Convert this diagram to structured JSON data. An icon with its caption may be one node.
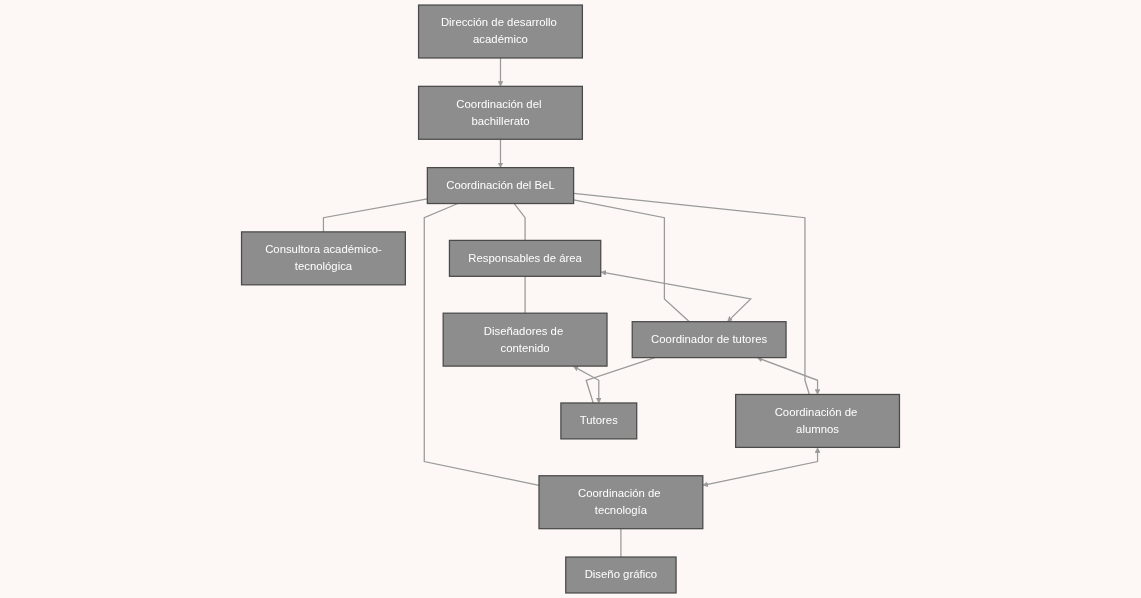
{
  "diagram": {
    "nodes": [
      {
        "text": [
          "Dirección de desarrollo académico"
        ]
      },
      {
        "text": [
          "Coordinación del bachillerato"
        ]
      },
      {
        "text": [
          "Coordinación del BeL"
        ]
      },
      {
        "text": [
          "Consultora académico-tecnológica"
        ]
      },
      {
        "text": [
          "Responsables de área"
        ]
      },
      {
        "text": [
          "Coordinador de tutores"
        ]
      },
      {
        "text": [
          "Coordinación de alumnos"
        ]
      },
      {
        "text": [
          "Coordinación de tecnología"
        ]
      },
      {
        "text": [
          "Diseñadores de contenido"
        ]
      },
      {
        "text": [
          "Tutores"
        ]
      },
      {
        "text": [
          "Diseño gráfico"
        ]
      }
    ],
    "edges": [
      {
        "from": 0,
        "to": 1,
        "arrow": "to"
      },
      {
        "from": 1,
        "to": 2,
        "arrow": "to"
      },
      {
        "from": 2,
        "to": 3,
        "arrow": "none"
      },
      {
        "from": 2,
        "to": 4,
        "arrow": "none"
      },
      {
        "from": 2,
        "to": 5,
        "arrow": "none"
      },
      {
        "from": 2,
        "to": 6,
        "arrow": "none"
      },
      {
        "from": 2,
        "to": 7,
        "arrow": "none"
      },
      {
        "from": 4,
        "to": 5,
        "arrow": "both"
      },
      {
        "from": 5,
        "to": 6,
        "arrow": "both"
      },
      {
        "from": 6,
        "to": 7,
        "arrow": "both"
      },
      {
        "from": 4,
        "to": 8,
        "arrow": "none"
      },
      {
        "from": 5,
        "to": 9,
        "arrow": "none"
      },
      {
        "from": 8,
        "to": 9,
        "arrow": "both"
      },
      {
        "from": 7,
        "to": 10,
        "arrow": "none"
      }
    ]
  }
}
